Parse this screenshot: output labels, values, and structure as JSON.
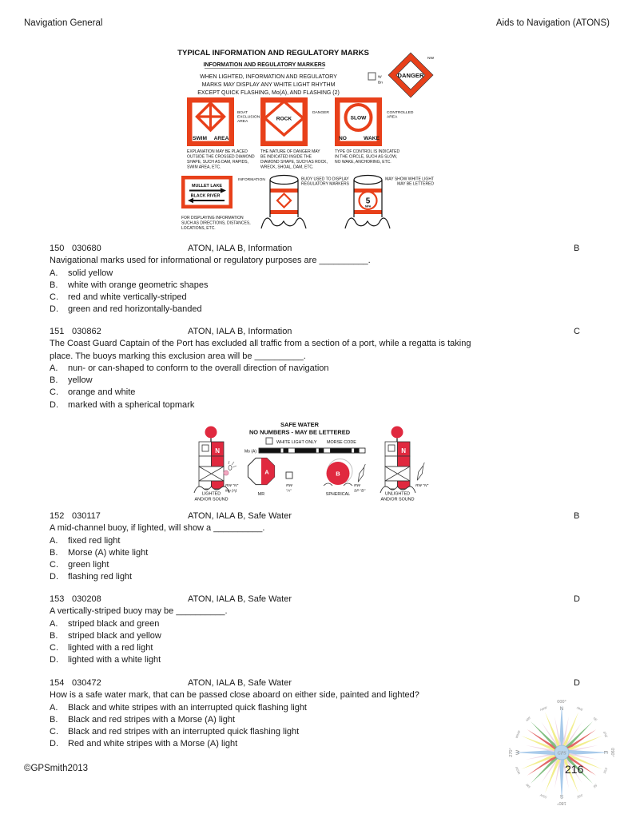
{
  "header": {
    "left": "Navigation General",
    "right": "Aids to Navigation (ATONS)"
  },
  "diagram1": {
    "title": "TYPICAL INFORMATION AND REGULATORY MARKS",
    "subtitle": "INFORMATION AND REGULATORY MARKERS",
    "note_lines": [
      "WHEN LIGHTED, INFORMATION AND REGULATORY",
      "MARKS MAY DISPLAY ANY WHITE LIGHT RHYTHM",
      "EXCEPT QUICK FLASHING, Mo(A), AND FLASHING (2)"
    ],
    "checkbox_line1": "W",
    "checkbox_line2": "Bn",
    "danger_label": "DANGER",
    "nw_label": "NW",
    "signs": [
      {
        "word_left": "SWIM",
        "word_right": "AREA",
        "side": [
          "BOAT",
          "EXCLUSION",
          "AREA"
        ],
        "caption": [
          "EXPLANATION MAY BE PLACED",
          "OUTSIDE THE CROSSED DIAMOND",
          "SHAPE, SUCH AS DAM, RAPIDS,",
          "SWIM AREA, ETC."
        ]
      },
      {
        "word_center": "ROCK",
        "side": [
          "DANGER"
        ],
        "caption": [
          "THE NATURE OF DANGER MAY",
          "BE INDICATED INSIDE THE",
          "DIAMOND SHAPE, SUCH AS ROCK,",
          "WRECK, SHOAL, DAM, ETC."
        ]
      },
      {
        "word_center": "SLOW",
        "word_left": "NO",
        "word_right": "WAKE",
        "side": [
          "CONTROLLED",
          "AREA"
        ],
        "caption": [
          "TYPE OF CONTROL IS INDICATED",
          "IN THE CIRCLE, SUCH AS SLOW,",
          "NO WAKE, ANCHORING, ETC."
        ]
      }
    ],
    "info_sign": {
      "line1": "MULLET LAKE",
      "line2": "BLACK RIVER",
      "side_label": "INFORMATION",
      "caption": [
        "FOR DISPLAYING INFORMATION",
        "SUCH AS DIRECTIONS, DISTANCES,",
        "LOCATIONS, ETC."
      ]
    },
    "buoy1_label": [
      "BUOY USED TO DISPLAY",
      "REGULATORY MARKERS"
    ],
    "buoy2_label": [
      "MAY SHOW WHITE LIGHT",
      "MAY BE LETTERED"
    ],
    "speed_number": "5",
    "speed_unit": "MPH"
  },
  "diagram2": {
    "title": "SAFE WATER",
    "subtitle": "NO NUMBERS - MAY BE LETTERED",
    "legend_white_light": "WHITE LIGHT ONLY",
    "legend_morse": "MORSE CODE",
    "morse_label": "Mo (A)",
    "lighted": {
      "letter": "N",
      "label1": "LIGHTED",
      "label2": "AND/OR SOUND",
      "tag1": "RW \"N\"",
      "tag2": "Mo (A)"
    },
    "mr": {
      "letter": "A",
      "label": "MR",
      "tag1": "RW",
      "tag2": "\"A\""
    },
    "spherical": {
      "letter": "B",
      "label": "SPHERICAL",
      "tag1": "RW",
      "tag2": "SP \"B\""
    },
    "unlighted": {
      "letter": "N",
      "label1": "UNLIGHTED",
      "label2": "AND/OR SOUND",
      "tag": "RW \"N\""
    }
  },
  "questions": [
    {
      "num": "150",
      "code": "030680",
      "category": "ATON, IALA B, Information",
      "answer": "B",
      "stem_lines": [
        "Navigational marks used for informational or regulatory purposes are __________."
      ],
      "options": [
        {
          "letter": "A.",
          "text": "solid yellow"
        },
        {
          "letter": "B.",
          "text": "white with orange geometric shapes"
        },
        {
          "letter": "C.",
          "text": "red and white vertically-striped"
        },
        {
          "letter": "D.",
          "text": "green and red horizontally-banded"
        }
      ]
    },
    {
      "num": "151",
      "code": "030862",
      "category": "ATON, IALA B, Information",
      "answer": "C",
      "stem_lines": [
        "The Coast Guard Captain of the Port has excluded all traffic from a section of a port, while a regatta is taking",
        "place. The buoys marking this exclusion area will be __________."
      ],
      "options": [
        {
          "letter": "A.",
          "text": "nun- or can-shaped to conform to the overall direction of navigation"
        },
        {
          "letter": "B.",
          "text": "yellow"
        },
        {
          "letter": "C.",
          "text": "orange and white"
        },
        {
          "letter": "D.",
          "text": "marked with a spherical topmark"
        }
      ]
    },
    {
      "num": "152",
      "code": "030117",
      "category": "ATON, IALA B, Safe Water",
      "answer": "B",
      "stem_lines": [
        "A mid-channel buoy, if lighted, will show a __________."
      ],
      "options": [
        {
          "letter": "A.",
          "text": "fixed red light"
        },
        {
          "letter": "B.",
          "text": "Morse (A) white light"
        },
        {
          "letter": "C.",
          "text": "green light"
        },
        {
          "letter": "D.",
          "text": "flashing red light"
        }
      ]
    },
    {
      "num": "153",
      "code": "030208",
      "category": "ATON, IALA B, Safe Water",
      "answer": "D",
      "stem_lines": [
        "A vertically-striped buoy may be __________."
      ],
      "options": [
        {
          "letter": "A.",
          "text": "striped black and green"
        },
        {
          "letter": "B.",
          "text": "striped black and yellow"
        },
        {
          "letter": "C.",
          "text": "lighted with a red light"
        },
        {
          "letter": "D.",
          "text": "lighted with a white light"
        }
      ]
    },
    {
      "num": "154",
      "code": "030472",
      "category": "ATON, IALA B, Safe Water",
      "answer": "D",
      "stem_lines": [
        "How is a safe water mark, that can be passed close aboard on either side, painted and lighted?"
      ],
      "options": [
        {
          "letter": "A.",
          "text": "Black and white stripes with an interrupted quick flashing light"
        },
        {
          "letter": "B.",
          "text": "Black and red stripes with a Morse (A) light"
        },
        {
          "letter": "C.",
          "text": "Black and red stripes with an interrupted quick flashing light"
        },
        {
          "letter": "D.",
          "text": "Red and white stripes with a Morse (A) light"
        }
      ]
    }
  ],
  "footer": {
    "copyright": "©GPSmith2013",
    "page": "216",
    "compass": {
      "degrees": [
        "000°",
        "090°",
        "180°",
        "270°"
      ],
      "cardinals": [
        "N",
        "E",
        "S",
        "W"
      ],
      "minor": [
        "NNE",
        "NE",
        "ENE",
        "ESE",
        "SE",
        "SSE",
        "SSW",
        "SW",
        "WSW",
        "WNW",
        "NW",
        "NNW"
      ],
      "center": "GPS"
    }
  },
  "colors": {
    "regulatory_orange": "#e8401a",
    "safe_water_red": "#e0293f"
  }
}
